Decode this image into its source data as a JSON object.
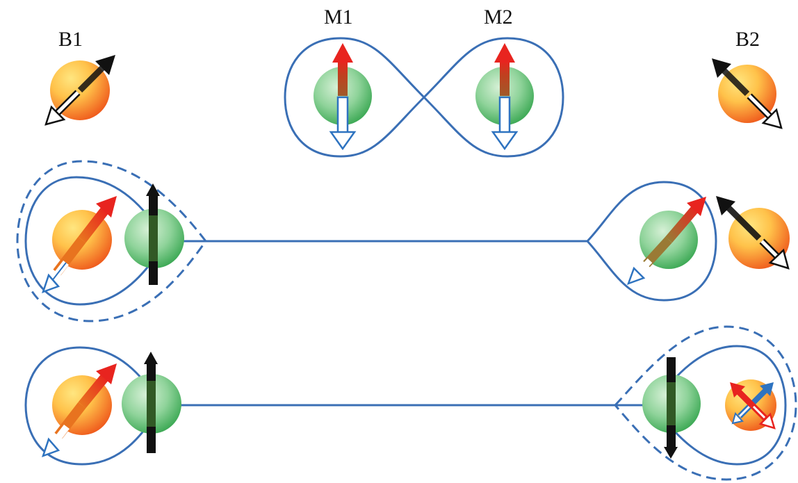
{
  "labels": {
    "b1": "B1",
    "m1": "M1",
    "m2": "M2",
    "b2": "B2"
  },
  "colors": {
    "loop": "#3a6fb5",
    "spin_up": "#e8241f",
    "spin_down_outline": "#2e73c0",
    "magnetic_orb_inner": "#ffd84d",
    "magnetic_orb_outer": "#ee6a1e",
    "green_orb_inner": "#a9ddb0",
    "green_orb_outer": "#2faa4a",
    "black_arrow": "#111111"
  },
  "rows": [
    {
      "id": "top",
      "description_free": true
    },
    {
      "id": "middle",
      "dashed_loop_side": "left"
    },
    {
      "id": "bottom",
      "dashed_loop_side": "right"
    }
  ]
}
